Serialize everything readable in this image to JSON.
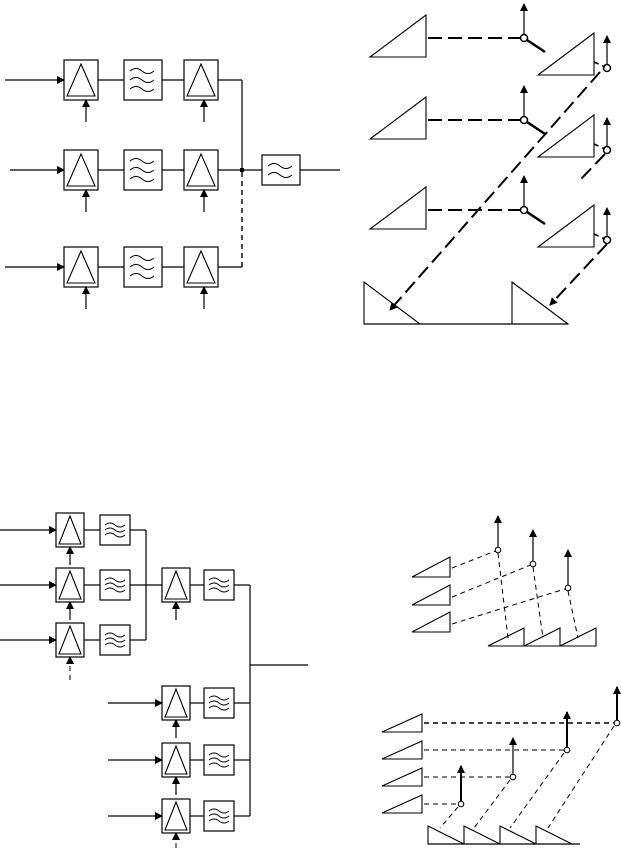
{
  "figure": {
    "panels": [
      {
        "id": "top-left",
        "description_kind": "block-diagram",
        "channels": 3
      },
      {
        "id": "top-right",
        "description_kind": "channel-mapping",
        "channels": 3
      },
      {
        "id": "bottom-left",
        "description_kind": "block-diagram",
        "channels": 6
      },
      {
        "id": "bottom-right",
        "description_kind": "channel-mapping",
        "groups": 2
      }
    ],
    "colors": {
      "stroke": "#000000",
      "background": "#ffffff"
    }
  }
}
